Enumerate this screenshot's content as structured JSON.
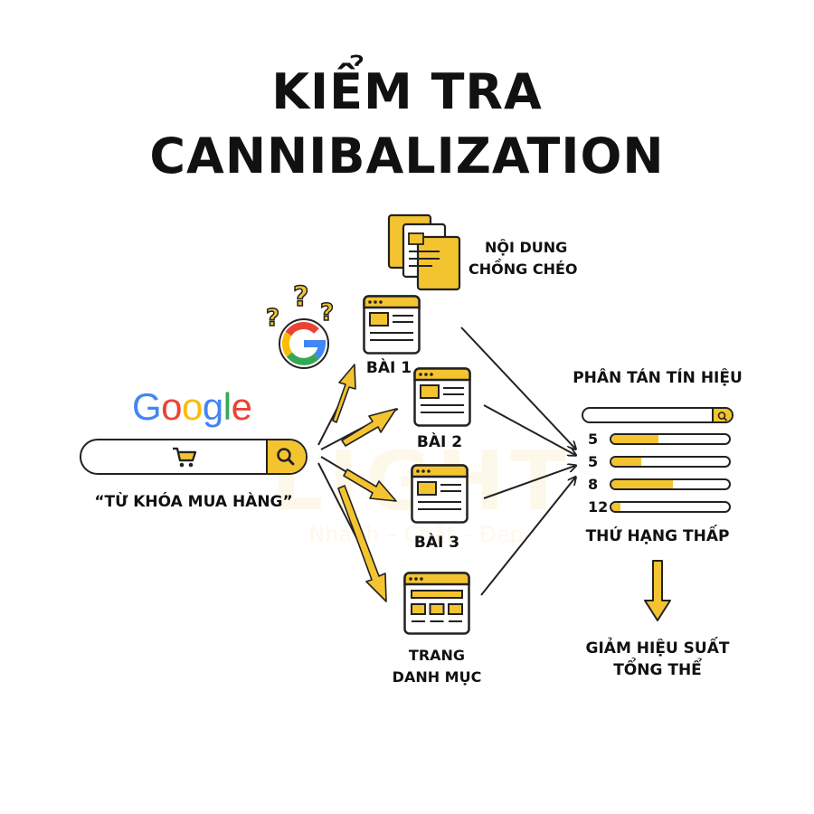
{
  "title": {
    "line1": "KIỂM TRA",
    "line2": "CANNIBALIZATION"
  },
  "search": {
    "brand": [
      "G",
      "o",
      "o",
      "g",
      "l",
      "e"
    ],
    "brand_colors": [
      "#4285F4",
      "#EA4335",
      "#FBBC05",
      "#4285F4",
      "#34A853",
      "#EA4335"
    ],
    "query_label": "“TỪ KHÓA MUA HÀNG”"
  },
  "pages": {
    "overlap_label_1": "NỘI DUNG",
    "overlap_label_2": "CHỒNG CHÉO",
    "post1": "BÀI 1",
    "post2": "BÀI 2",
    "post3": "BÀI 3",
    "category_1": "TRANG",
    "category_2": "DANH MỤC"
  },
  "signals": {
    "title": "PHÂN TÁN TÍN HIỆU",
    "ranks": [
      {
        "label": "5",
        "fill": 0.4
      },
      {
        "label": "5",
        "fill": 0.25
      },
      {
        "label": "8",
        "fill": 0.52
      },
      {
        "label": "12",
        "fill": 0.08
      }
    ],
    "low_rank_label": "THỨ HẠNG THẤP",
    "result_1": "GIẢM HIỆU SUẤT",
    "result_2": "TỔNG THỂ"
  },
  "watermark": {
    "brand": "LIGHT",
    "tagline": "Nhanh – Chất – Đẹp"
  },
  "colors": {
    "accent": "#F4C430",
    "outline": "#222222"
  }
}
